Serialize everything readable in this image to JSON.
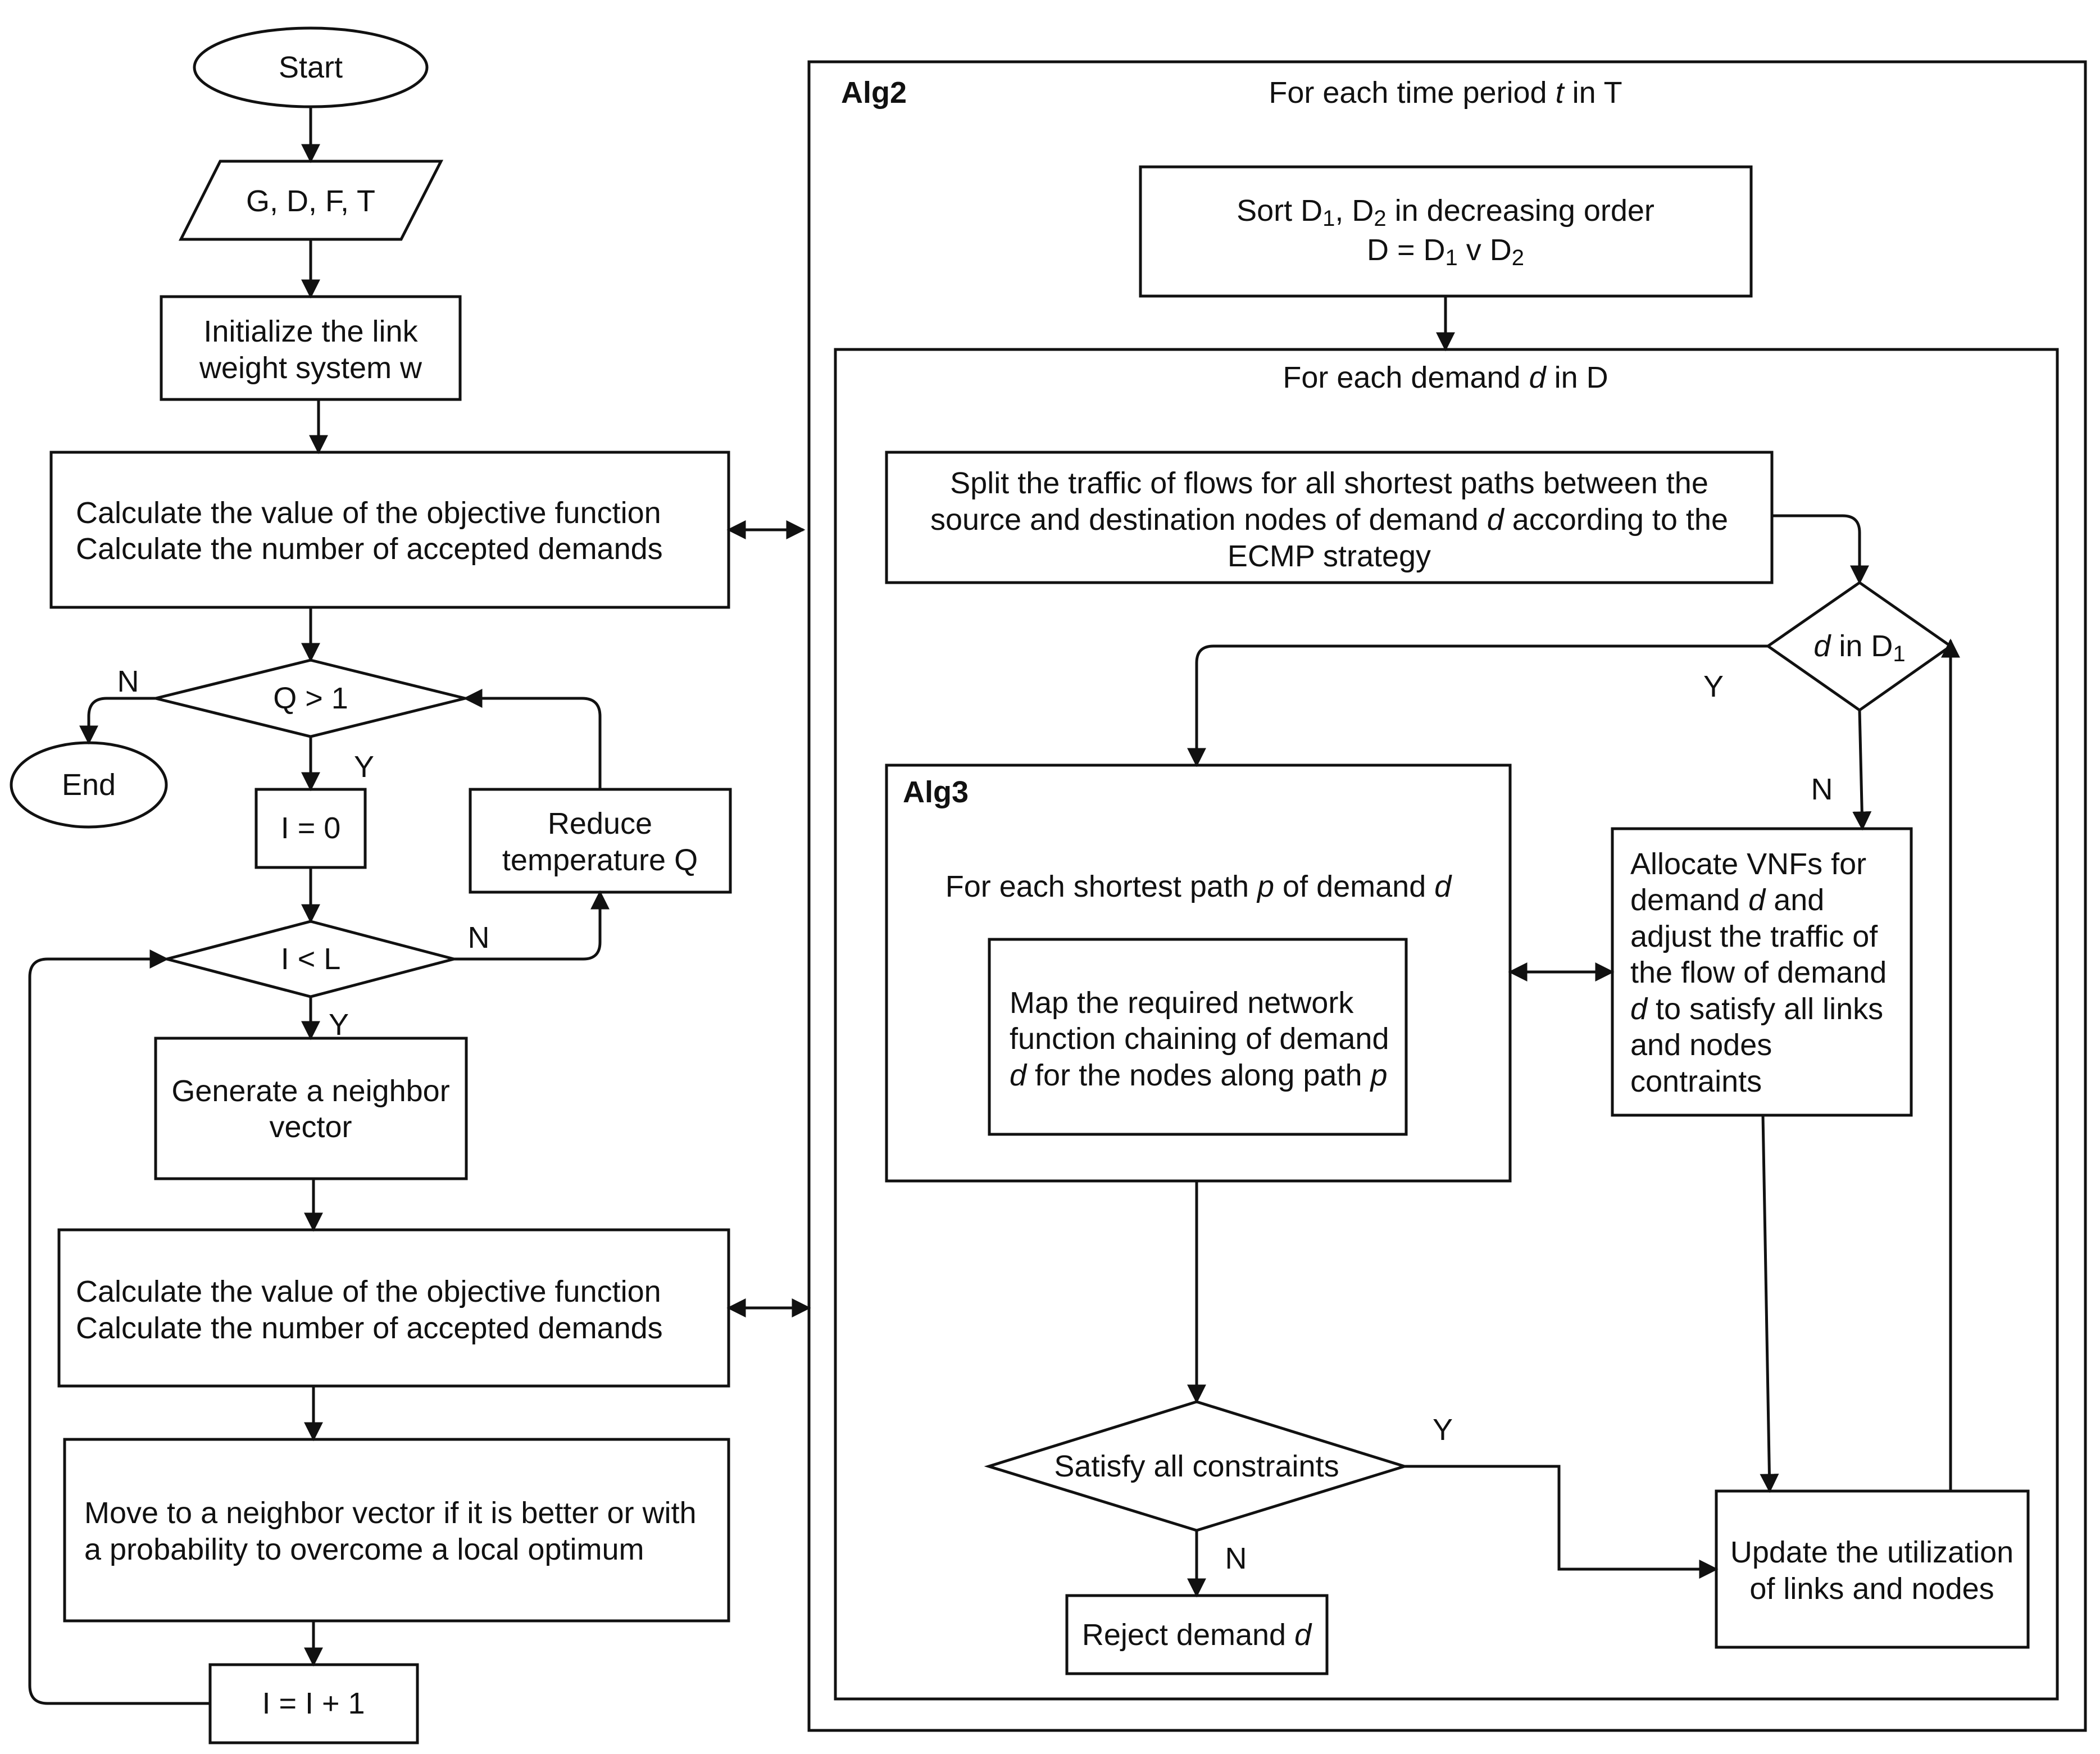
{
  "left_flow": {
    "start": "Start",
    "input": "G, D, F, T",
    "init": [
      "Initialize the link",
      "weight system w"
    ],
    "calc": [
      "Calculate the value of the objective function",
      "Calculate the number of accepted demands"
    ],
    "q_test": "Q > 1",
    "end": "End",
    "i_zero": "I = 0",
    "reduce": [
      "Reduce",
      "temperature Q"
    ],
    "i_test": "I < L",
    "neighbor": [
      "Generate a neighbor",
      "vector"
    ],
    "move": [
      "Move to a neighbor vector if it is better or with",
      "a probability to overcome a local optimum"
    ],
    "i_inc": "I = I + 1"
  },
  "alg2": {
    "label": "Alg2",
    "header_pre": "For each  time period ",
    "header_var": "t",
    "header_post": " in T",
    "sort": {
      "l1_pre": "Sort D",
      "l1_sub1": "1",
      "l1_mid": ", D",
      "l1_sub2": "2",
      "l1_post": " in decreasing order",
      "l2_pre": "D = D",
      "l2_sub1": "1",
      "l2_mid": " v D",
      "l2_sub2": "2"
    },
    "demand_header_pre": "For each demand ",
    "demand_header_var": "d",
    "demand_header_post": " in D",
    "split": {
      "line1": "Split the traffic of flows for all shortest paths between the",
      "line2_pre": "source and destination nodes of demand ",
      "line2_var": "d",
      "line2_post": " according to the",
      "line3": "ECMP strategy"
    },
    "d_test": {
      "var": "d",
      "pre": " in D",
      "sub": "1"
    },
    "allocate": {
      "line1": "Allocate VNFs for",
      "line2_pre": "demand ",
      "line2_var": "d",
      "line2_post": " and",
      "line3": "adjust the traffic of",
      "line4": "the flow of demand",
      "line5_var": "d",
      "line5_post": " to satisfy all links",
      "line6": "and nodes",
      "line7": "contraints"
    },
    "satisfy": "Satisfy all constraints",
    "reject_pre": "Reject demand ",
    "reject_var": "d",
    "update": [
      "Update the utilization",
      "of links and nodes"
    ]
  },
  "alg3": {
    "label": "Alg3",
    "header_pre": "For each shortest path ",
    "header_var": "p",
    "header_mid": " of demand ",
    "header_var2": "d",
    "map": {
      "line1": "Map the required network",
      "line2": "function chaining of demand",
      "line3_var": "d",
      "line3_mid": " for the nodes along path ",
      "line3_var2": "p"
    }
  },
  "edge_labels": {
    "q_no": "N",
    "q_yes": "Y",
    "i_no": "N",
    "i_yes": "Y",
    "d_yes": "Y",
    "d_no": "N",
    "sat_yes": "Y",
    "sat_no": "N"
  }
}
